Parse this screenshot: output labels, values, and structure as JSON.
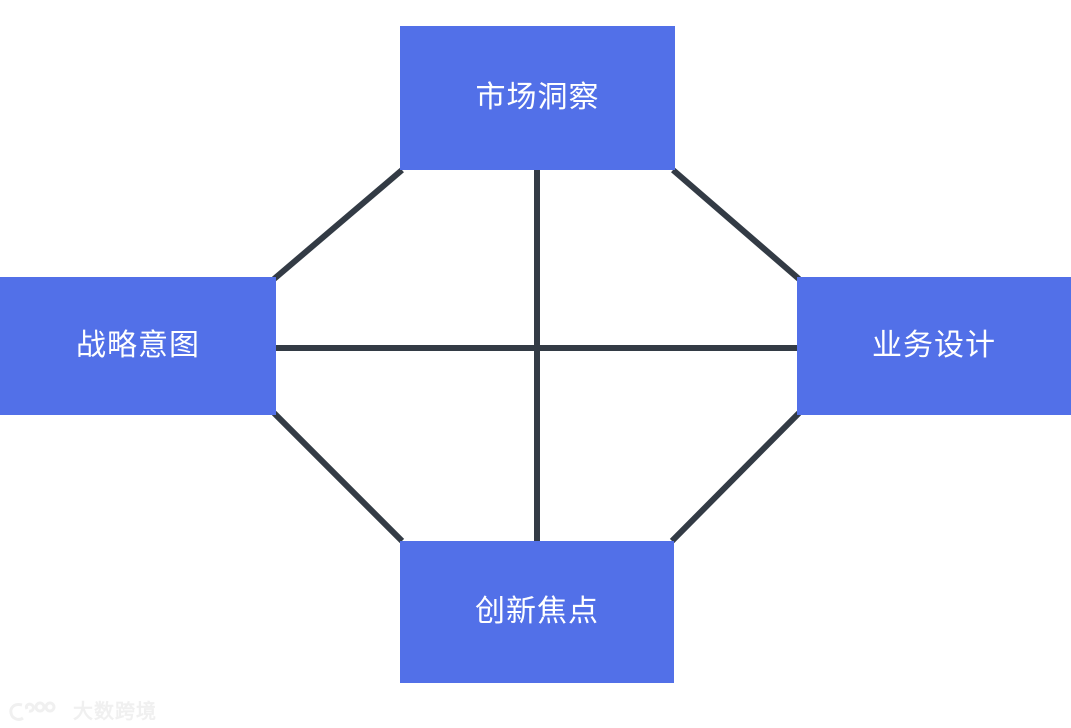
{
  "diagram": {
    "title": "",
    "background_color": "#ffffff",
    "node_fill_color": "#5270e8",
    "node_text_color": "#ffffff",
    "link_color": "#333b45",
    "link_width": 6,
    "nodes": [
      {
        "id": "top",
        "label": "市场洞察",
        "position": "top"
      },
      {
        "id": "left",
        "label": "战略意图",
        "position": "left"
      },
      {
        "id": "right",
        "label": "业务设计",
        "position": "right"
      },
      {
        "id": "bottom",
        "label": "创新焦点",
        "position": "bottom"
      }
    ],
    "links": [
      {
        "from": "top",
        "to": "bottom",
        "kind": "vertical"
      },
      {
        "from": "left",
        "to": "right",
        "kind": "horizontal"
      },
      {
        "from": "top",
        "to": "left",
        "kind": "diagonal"
      },
      {
        "from": "top",
        "to": "right",
        "kind": "diagonal"
      },
      {
        "from": "left",
        "to": "bottom",
        "kind": "diagonal"
      },
      {
        "from": "right",
        "to": "bottom",
        "kind": "diagonal"
      }
    ]
  },
  "watermark": {
    "logo_icon": "spiral-logo-icon",
    "text": "大数跨境",
    "color": "#e3e3e3"
  }
}
